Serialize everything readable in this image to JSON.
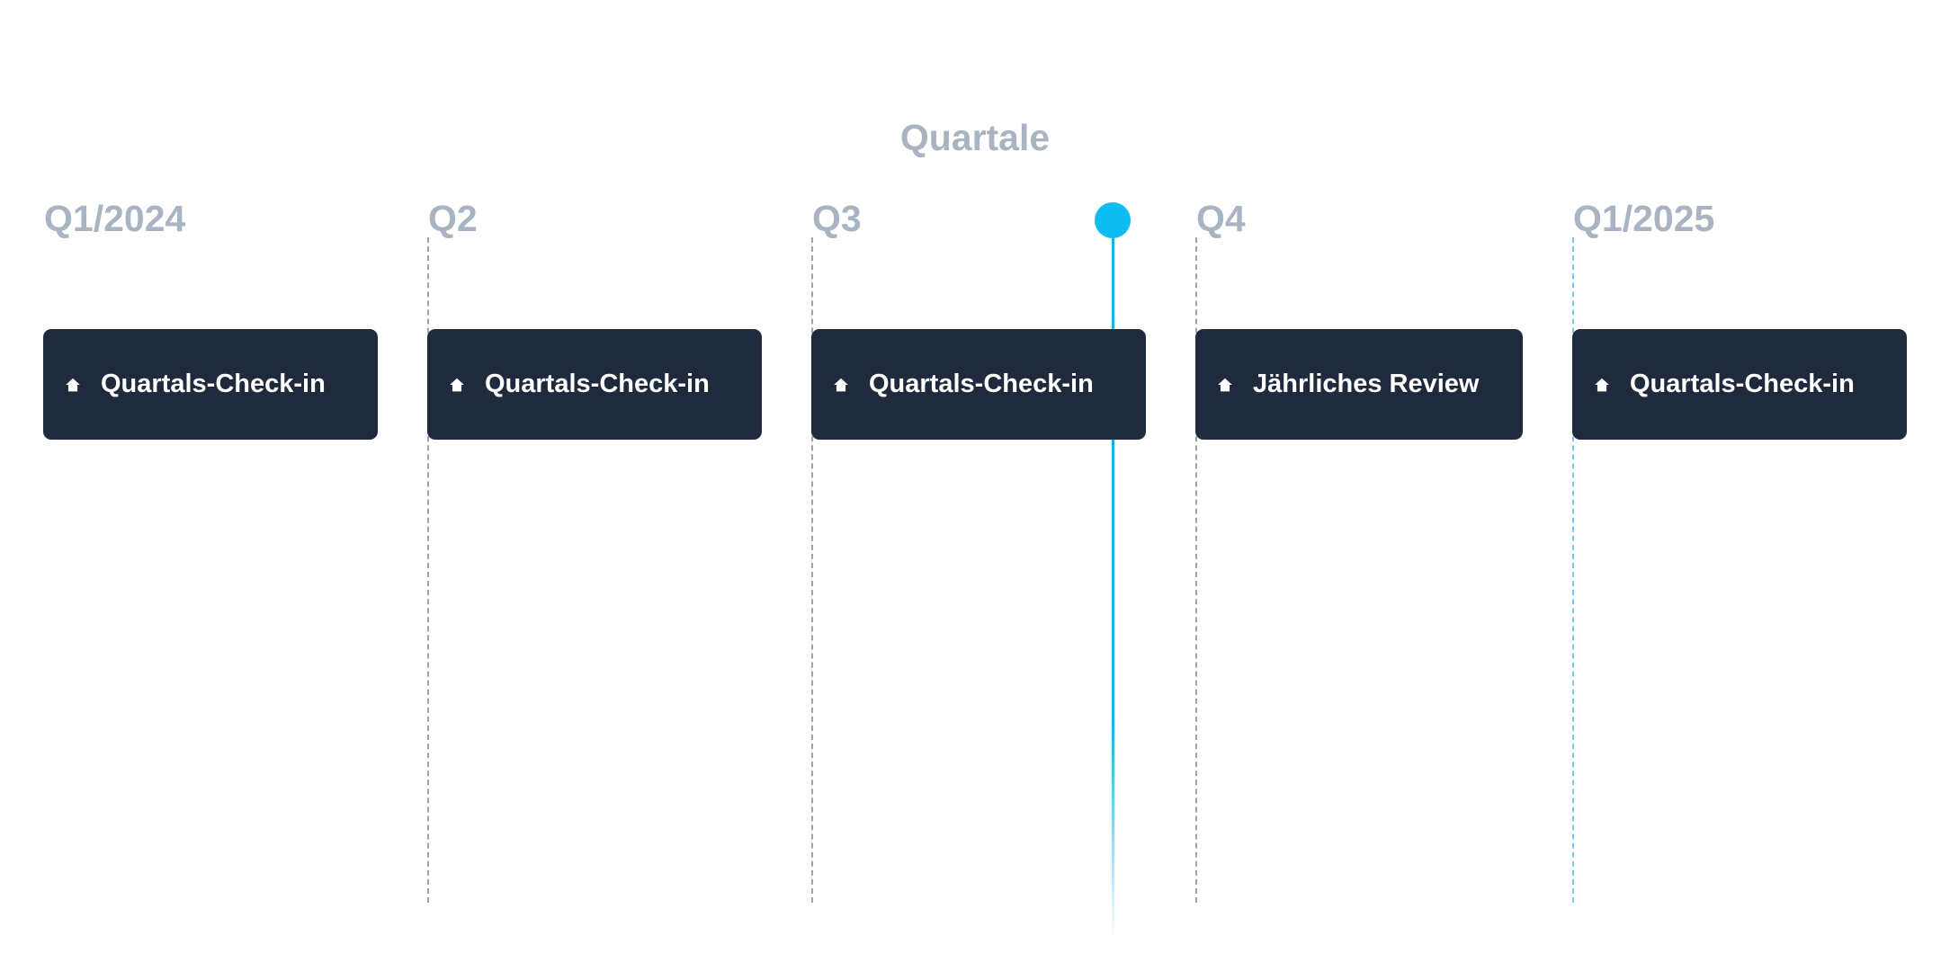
{
  "timeline": {
    "title": "Quartale",
    "columns": [
      {
        "label": "Q1/2024"
      },
      {
        "label": "Q2"
      },
      {
        "label": "Q3"
      },
      {
        "label": "Q4"
      },
      {
        "label": "Q1/2025"
      }
    ],
    "events": [
      {
        "label": "Quartals-Check-in",
        "icon": "home-icon"
      },
      {
        "label": "Quartals-Check-in",
        "icon": "home-icon"
      },
      {
        "label": "Quartals-Check-in",
        "icon": "home-icon"
      },
      {
        "label": "Jährliches Review",
        "icon": "home-icon"
      },
      {
        "label": "Quartals-Check-in",
        "icon": "home-icon"
      }
    ],
    "colors": {
      "card_background": "#1f2a3c",
      "header_text": "#a9b4c3",
      "now_marker": "#0ebcf2",
      "gridline": "#9ba3ad",
      "gridline_accent": "#7fc7e8"
    }
  }
}
